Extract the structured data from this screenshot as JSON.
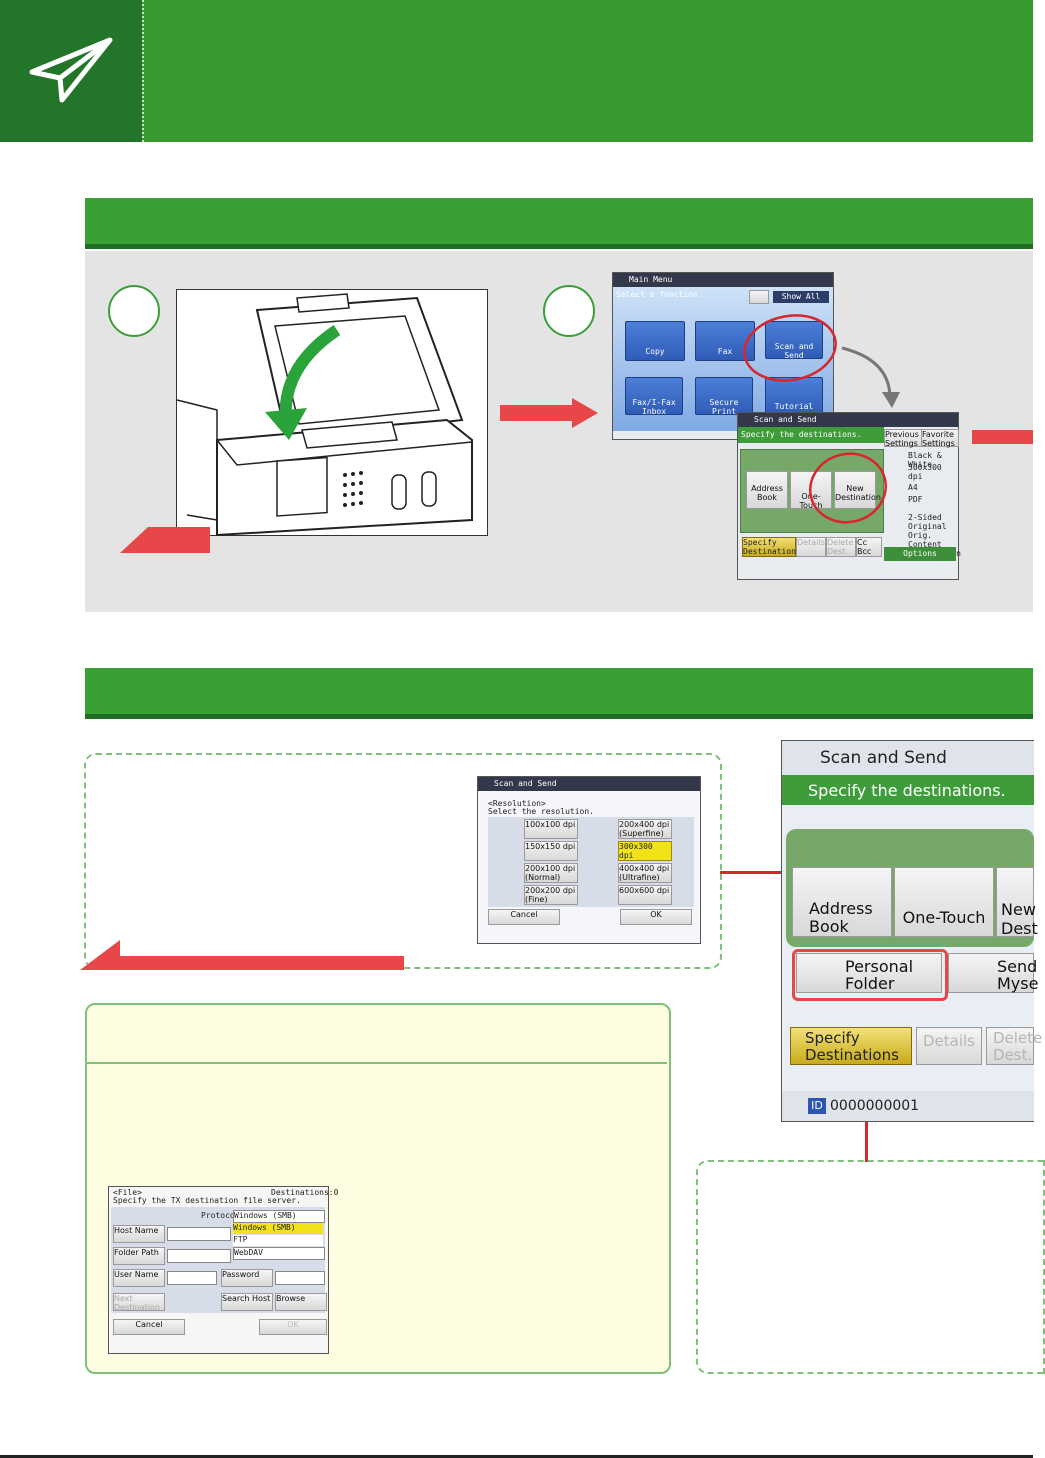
{
  "colors": {
    "green": "#3aa036",
    "dark_green": "#23752a",
    "red": "#e8474a",
    "yellow_panel": "#fffde1"
  },
  "header": {
    "icon": "paper-plane-icon"
  },
  "step2_main_menu": {
    "title": "Main Menu",
    "prompt": "Select a function.",
    "show_all": "Show All",
    "tiles": [
      "Copy",
      "Fax",
      "Scan and Send",
      "Fax/I-Fax Inbox",
      "Secure Print",
      "Tutorial"
    ]
  },
  "step2_scan_send": {
    "title": "Scan and Send",
    "prompt": "Specify the destinations.",
    "buttons": [
      "Address Book",
      "One-Touch",
      "New Destination"
    ],
    "right_top": [
      "Previous Settings",
      "Favorite Settings"
    ],
    "settings": [
      "Black & White",
      "300x300 dpi",
      "A4",
      "PDF",
      "2-Sided Original",
      "Orig. Content Orientation"
    ],
    "options": "Options",
    "bottom": [
      "Specify Destinations",
      "Details",
      "Delete Dest.",
      "Cc Bcc"
    ]
  },
  "resolution_screen": {
    "title": "Scan and Send",
    "heading": "<Resolution>",
    "sub": "Select the resolution.",
    "left_options": [
      "100x100 dpi",
      "150x150 dpi",
      "200x100 dpi (Normal)",
      "200x200 dpi (Fine)"
    ],
    "right_options": [
      "200x400 dpi (Superfine)",
      "300x300 dpi",
      "400x400 dpi (Ultrafine)",
      "600x600 dpi"
    ],
    "selected": "300x300 dpi",
    "cancel": "Cancel",
    "ok": "OK"
  },
  "file_screen": {
    "heading": "<File>",
    "sub": "Specify the TX destination file server.",
    "destinations": "Destinations:0",
    "protocol_label": "Protocol:",
    "protocol_value": "Windows (SMB)",
    "protocol_options": [
      "Windows (SMB)",
      "FTP",
      "WebDAV"
    ],
    "host_name": "Host Name",
    "folder_path": "Folder Path",
    "user_name": "User Name",
    "password": "Password",
    "next_destination": "Next Destination",
    "search_host": "Search Host",
    "browse": "Browse",
    "cancel": "Cancel",
    "ok": "OK"
  },
  "large_screen": {
    "title": "Scan and Send",
    "prompt": "Specify the destinations.",
    "address_book": "Address Book",
    "one_touch": "One-Touch",
    "new_dest": "New Dest",
    "personal_folder": "Personal Folder",
    "send_myself": "Send Myse",
    "specify_destinations": "Specify Destinations",
    "details": "Details",
    "delete_dest": "Delete Dest.",
    "user_id": "0000000001"
  }
}
